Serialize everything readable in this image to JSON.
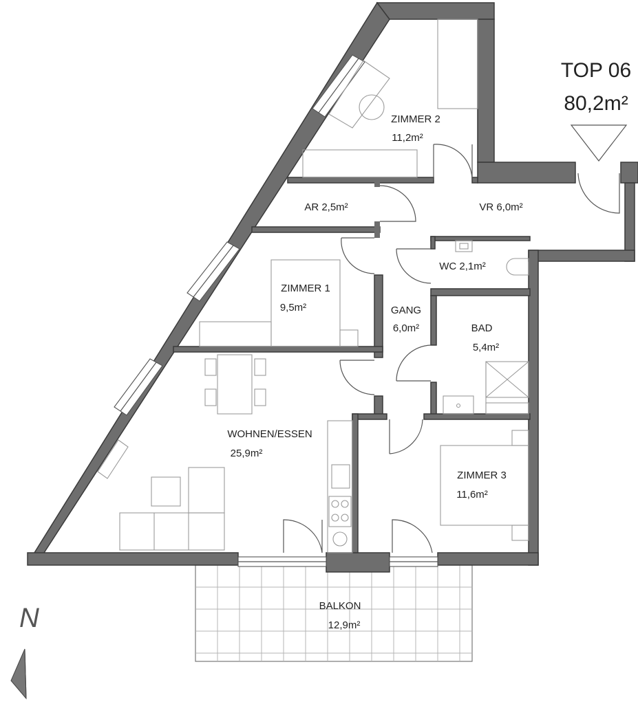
{
  "unit": {
    "name": "TOP 06",
    "area": "80,2m²"
  },
  "rooms": [
    {
      "id": "zimmer-2",
      "name": "ZIMMER 2",
      "area": "11,2m²"
    },
    {
      "id": "ar",
      "name": "AR 2,5m²",
      "area": ""
    },
    {
      "id": "vr",
      "name": "VR 6,0m²",
      "area": ""
    },
    {
      "id": "wc",
      "name": "WC 2,1m²",
      "area": ""
    },
    {
      "id": "zimmer-1",
      "name": "ZIMMER 1",
      "area": "9,5m²"
    },
    {
      "id": "gang",
      "name": "GANG",
      "area": "6,0m²"
    },
    {
      "id": "bad",
      "name": "BAD",
      "area": "5,4m²"
    },
    {
      "id": "wohnen",
      "name": "WOHNEN/ESSEN",
      "area": "25,9m²"
    },
    {
      "id": "zimmer-3",
      "name": "ZIMMER 3",
      "area": "11,6m²"
    },
    {
      "id": "balkon",
      "name": "BALKON",
      "area": "12,9m²"
    }
  ],
  "compass": {
    "label": "N"
  }
}
